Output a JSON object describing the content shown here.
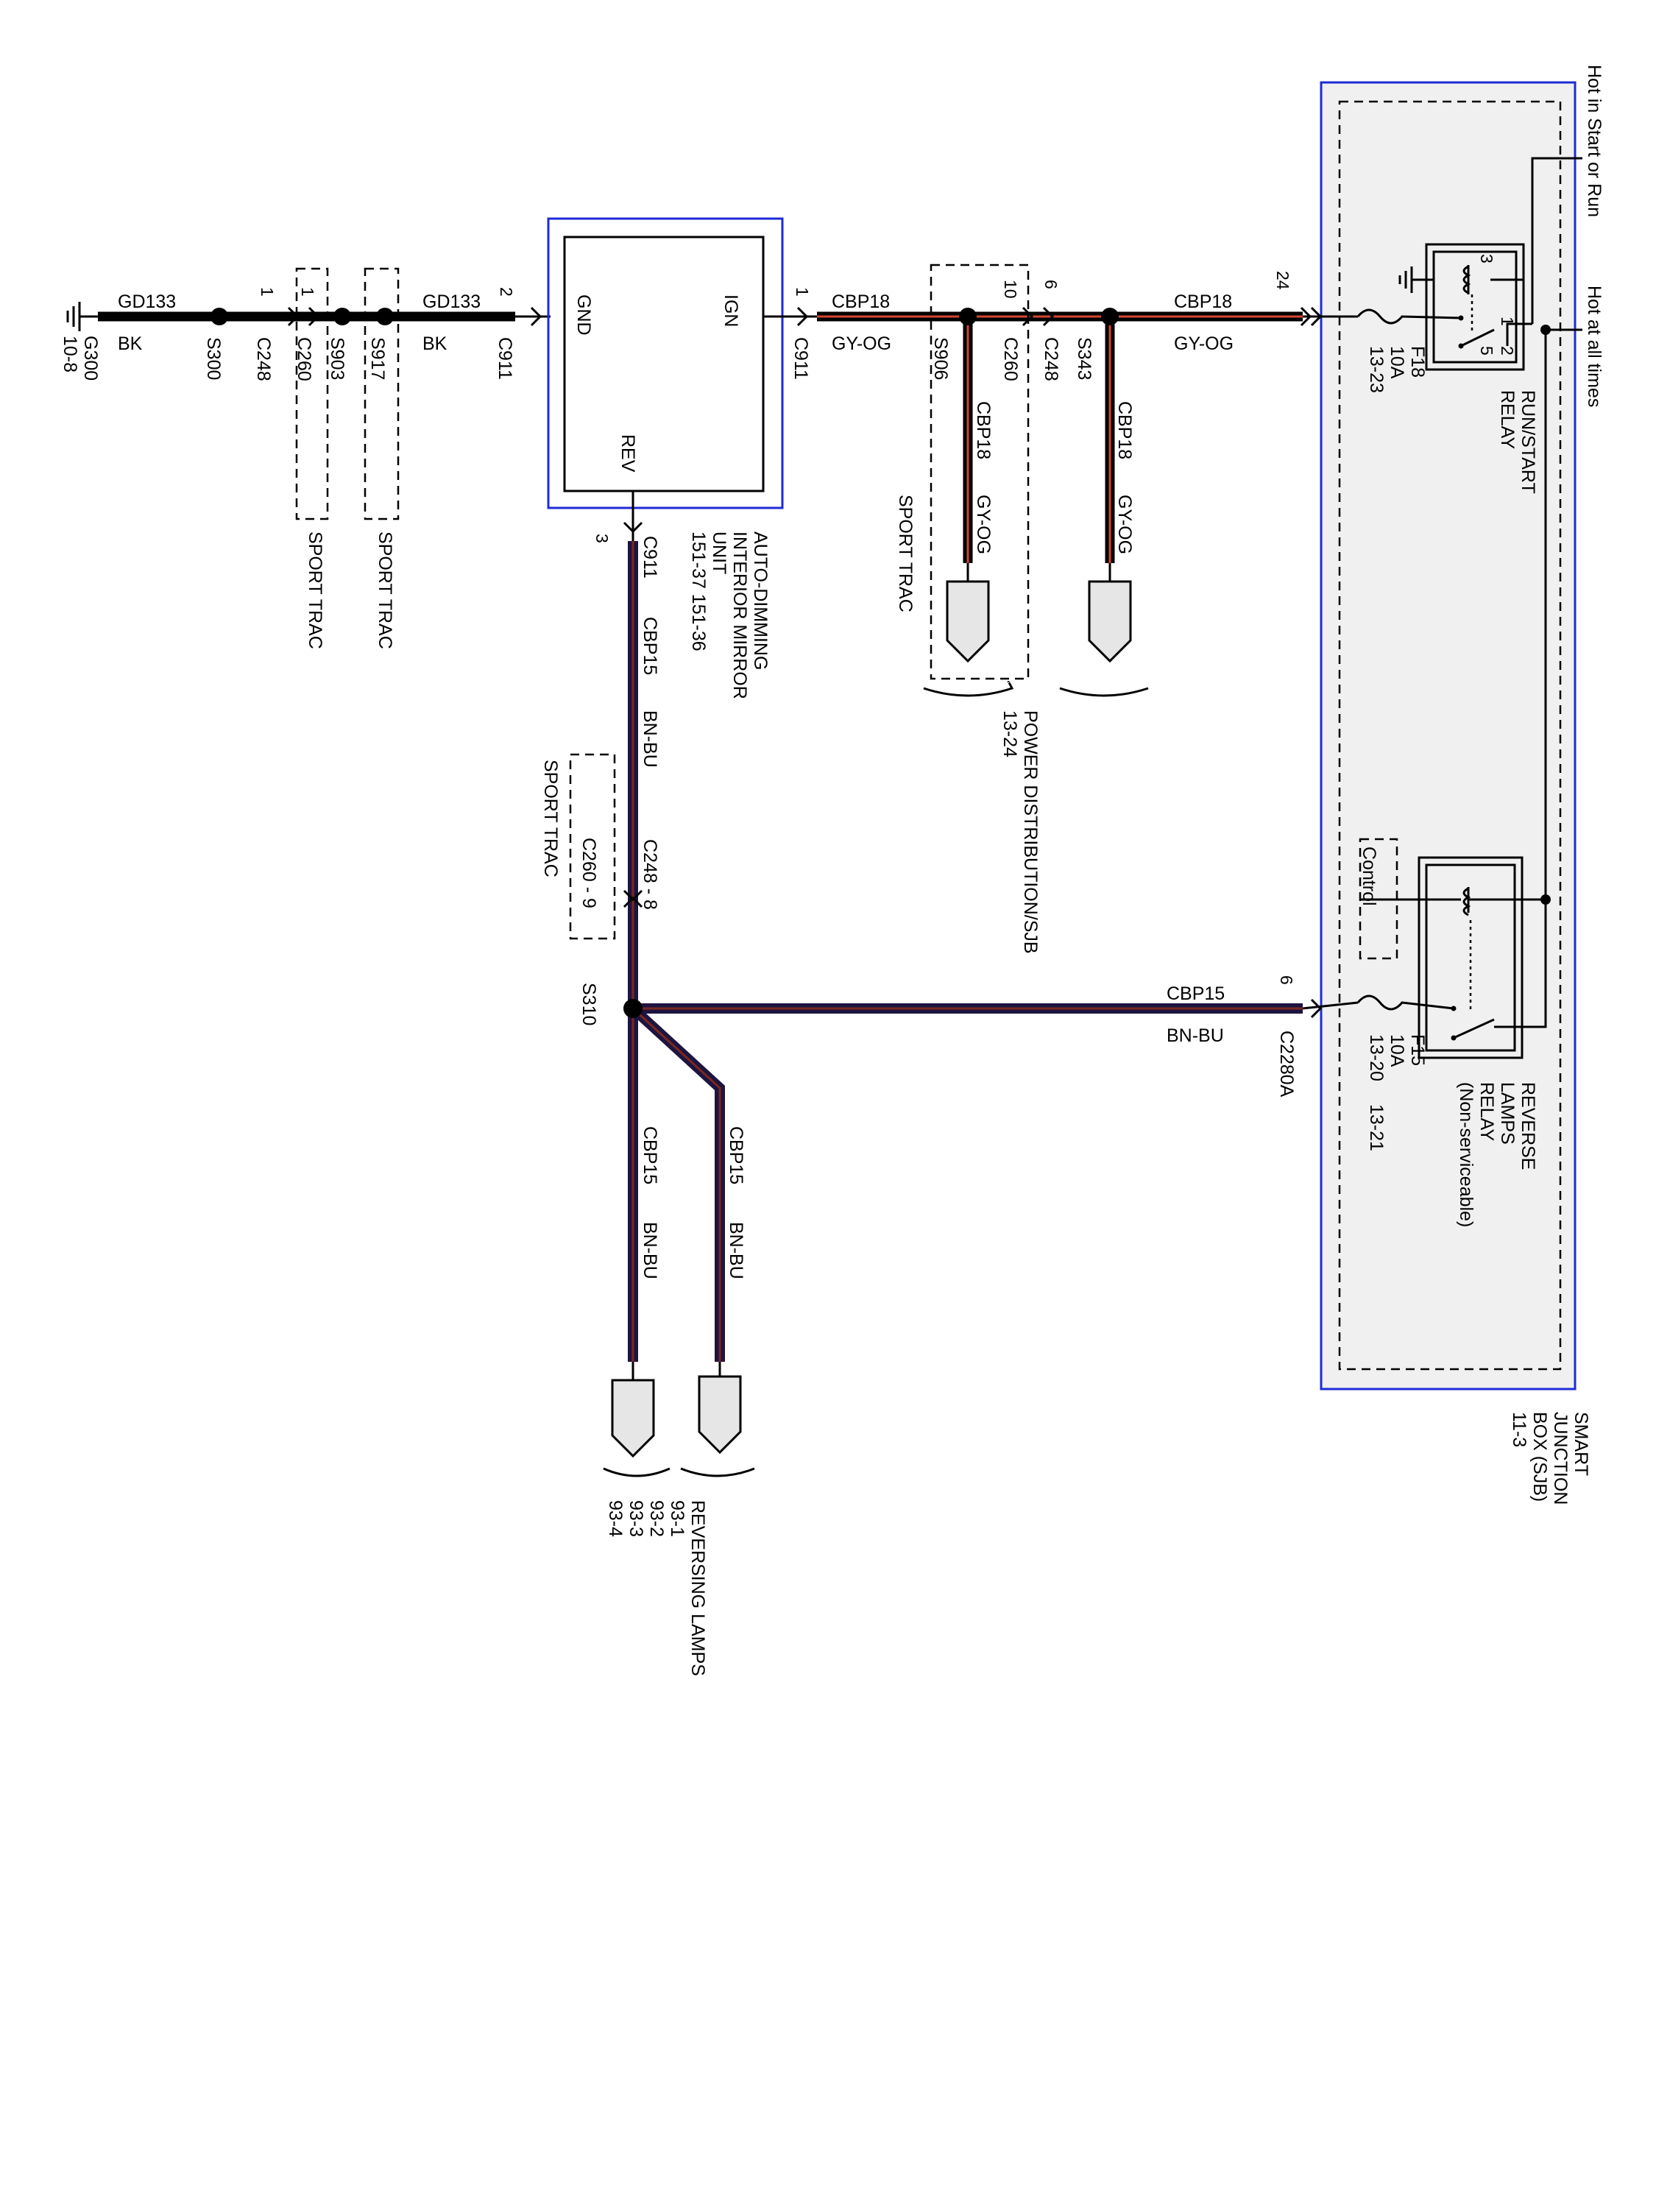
{
  "module": {
    "name_lines": [
      "AUTO-DIMMING",
      "INTERIOR MIRROR",
      "UNIT"
    ],
    "refs": "151-37   151-36",
    "pin_gnd": "GND",
    "pin_ign": "IGN",
    "pin_rev": "REV"
  },
  "ground": {
    "id": "G300",
    "ref": "10-8"
  },
  "wires": {
    "gnd_circuit": "GD133",
    "gnd_color": "BK",
    "ign_circuit": "CBP18",
    "ign_color": "GY-OG",
    "rev_circuit": "CBP15",
    "rev_color": "BN-BU"
  },
  "splices": {
    "s300": "S300",
    "s903": "S903",
    "s917": "S917",
    "s906": "S906",
    "s343": "S343",
    "s310": "S310"
  },
  "connectors": {
    "c248": "C248",
    "c260": "C260",
    "c911": "C911",
    "c2280a": "C2280A",
    "c248_8": "C248 - 8",
    "c260_9": "C260 - 9"
  },
  "pins": {
    "p1": "1",
    "p2": "2",
    "p3": "3",
    "p5": "5",
    "p6": "6",
    "p10": "10",
    "p24": "24"
  },
  "options": {
    "sport_trac": "SPORT TRAC"
  },
  "power_dist": {
    "label": "POWER DISTRIBUTION/SJB",
    "ref": "13-24"
  },
  "reversing_lamps": {
    "label": "REVERSING LAMPS",
    "refs": [
      "93-1",
      "93-2",
      "93-3",
      "93-4"
    ]
  },
  "sjb": {
    "name_lines": [
      "SMART",
      "JUNCTION",
      "BOX (SJB)"
    ],
    "ref": "11-3",
    "hot_start_run": "Hot in Start or Run",
    "hot_all_times": "Hot at all times",
    "f18": {
      "id": "F18",
      "rating": "10A",
      "ref": "13-23"
    },
    "f15": {
      "id": "F15",
      "rating": "10A",
      "ref": "13-20"
    },
    "f15_ref2": "13-21",
    "run_start_relay": [
      "RUN/START",
      "RELAY"
    ],
    "reverse_relay": [
      "REVERSE",
      "LAMPS",
      "RELAY",
      "(Non-serviceable)"
    ],
    "control": "Control"
  }
}
